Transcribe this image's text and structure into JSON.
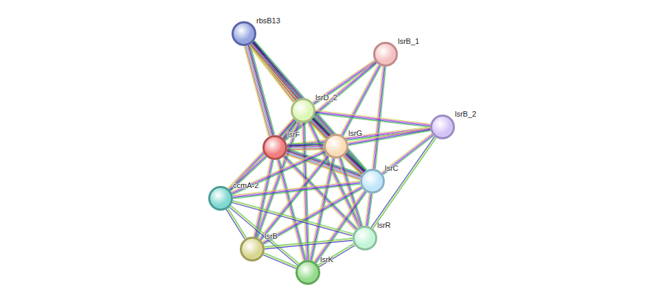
{
  "diagram": {
    "nodes": [
      {
        "text": [
          "rbsB13"
        ]
      },
      {
        "text": [
          "lsrB_1"
        ]
      },
      {
        "text": [
          "lsrD_2"
        ]
      },
      {
        "text": [
          "lsrB_2"
        ]
      },
      {
        "text": [
          "lsrF"
        ]
      },
      {
        "text": [
          "lsrG"
        ]
      },
      {
        "text": [
          "lsrC"
        ]
      },
      {
        "text": [
          "ccmA-2"
        ]
      },
      {
        "text": [
          "lsrR"
        ]
      },
      {
        "text": [
          "lsrB"
        ]
      },
      {
        "text": [
          "lsrK"
        ]
      }
    ],
    "edges": [
      {
        "from": 0,
        "to": 2,
        "arrow": "none"
      },
      {
        "from": 0,
        "to": 4,
        "arrow": "none"
      },
      {
        "from": 0,
        "to": 5,
        "arrow": "none"
      },
      {
        "from": 0,
        "to": 6,
        "arrow": "none"
      },
      {
        "from": 1,
        "to": 2,
        "arrow": "none"
      },
      {
        "from": 1,
        "to": 4,
        "arrow": "none"
      },
      {
        "from": 1,
        "to": 5,
        "arrow": "none"
      },
      {
        "from": 1,
        "to": 6,
        "arrow": "none"
      },
      {
        "from": 3,
        "to": 2,
        "arrow": "none"
      },
      {
        "from": 3,
        "to": 4,
        "arrow": "none"
      },
      {
        "from": 3,
        "to": 5,
        "arrow": "none"
      },
      {
        "from": 3,
        "to": 6,
        "arrow": "none"
      },
      {
        "from": 3,
        "to": 8,
        "arrow": "none"
      },
      {
        "from": 2,
        "to": 4,
        "arrow": "none"
      },
      {
        "from": 2,
        "to": 5,
        "arrow": "none"
      },
      {
        "from": 2,
        "to": 6,
        "arrow": "none"
      },
      {
        "from": 2,
        "to": 7,
        "arrow": "none"
      },
      {
        "from": 2,
        "to": 9,
        "arrow": "none"
      },
      {
        "from": 2,
        "to": 10,
        "arrow": "none"
      },
      {
        "from": 2,
        "to": 8,
        "arrow": "none"
      },
      {
        "from": 4,
        "to": 5,
        "arrow": "none"
      },
      {
        "from": 4,
        "to": 6,
        "arrow": "none"
      },
      {
        "from": 4,
        "to": 7,
        "arrow": "none"
      },
      {
        "from": 4,
        "to": 9,
        "arrow": "none"
      },
      {
        "from": 4,
        "to": 10,
        "arrow": "none"
      },
      {
        "from": 4,
        "to": 8,
        "arrow": "none"
      },
      {
        "from": 5,
        "to": 6,
        "arrow": "none"
      },
      {
        "from": 5,
        "to": 7,
        "arrow": "none"
      },
      {
        "from": 5,
        "to": 9,
        "arrow": "none"
      },
      {
        "from": 5,
        "to": 10,
        "arrow": "none"
      },
      {
        "from": 5,
        "to": 8,
        "arrow": "none"
      },
      {
        "from": 6,
        "to": 7,
        "arrow": "none"
      },
      {
        "from": 6,
        "to": 9,
        "arrow": "none"
      },
      {
        "from": 6,
        "to": 10,
        "arrow": "none"
      },
      {
        "from": 6,
        "to": 8,
        "arrow": "none"
      },
      {
        "from": 7,
        "to": 9,
        "arrow": "none"
      },
      {
        "from": 7,
        "to": 10,
        "arrow": "none"
      },
      {
        "from": 7,
        "to": 8,
        "arrow": "none"
      },
      {
        "from": 9,
        "to": 10,
        "arrow": "none"
      },
      {
        "from": 9,
        "to": 8,
        "arrow": "none"
      },
      {
        "from": 10,
        "to": 8,
        "arrow": "none"
      }
    ]
  }
}
